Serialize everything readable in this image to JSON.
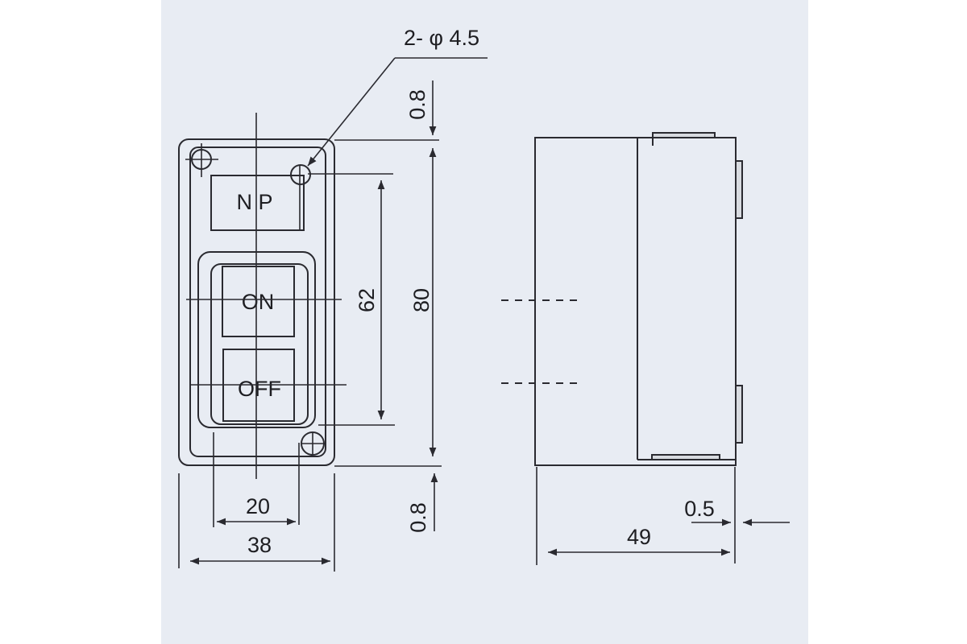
{
  "drawing": {
    "hole_callout": "2- φ 4.5",
    "labels": {
      "np": "N P",
      "on": "ON",
      "off": "OFF"
    },
    "dimensions": {
      "top_offset": "0.8",
      "bottom_offset": "0.8",
      "hole_spacing": "62",
      "height": "80",
      "button_width": "20",
      "width": "38",
      "depth": "49",
      "side_offset": "0.5"
    }
  }
}
